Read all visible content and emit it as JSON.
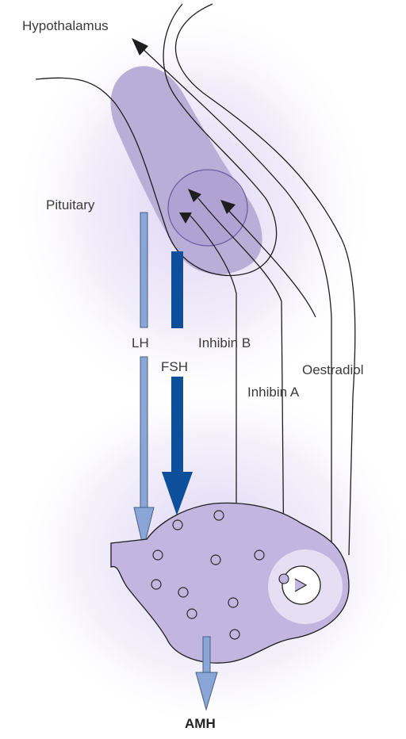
{
  "labels": {
    "hypothalamus": "Hypothalamus",
    "pituitary": "Pituitary",
    "lh": "LH",
    "fsh": "FSH",
    "inhibin_b": "Inhibin B",
    "inhibin_a": "Inhibin A",
    "oestradiol": "Oestradiol",
    "amh": "AMH"
  },
  "colors": {
    "gland_fill": "#b9aed8",
    "ovary_fill": "#c2b5df",
    "glow": "#d9cdf0",
    "lh_arrow": "#8aa6d6",
    "fsh_arrow": "#0e4f9c",
    "amh_arrow": "#8aa6d6",
    "line": "#1e1e1e"
  }
}
